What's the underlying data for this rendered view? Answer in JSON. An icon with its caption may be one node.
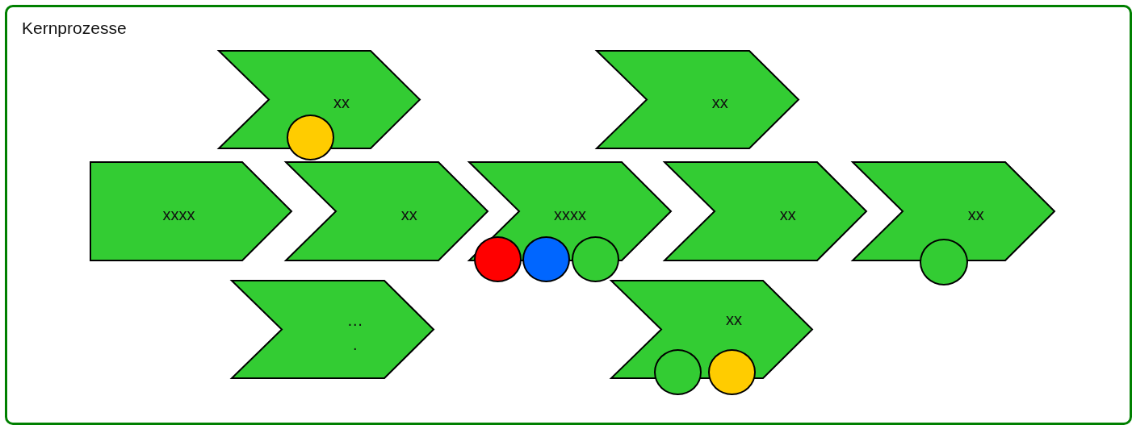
{
  "diagram": {
    "nodes": [
      {
        "text": [
          "Kernprozesse"
        ]
      },
      {
        "text": [
          "xx"
        ],
        "in": 0
      },
      {
        "text": [
          "xx"
        ],
        "in": 0
      },
      {
        "text": [
          "xxxx"
        ],
        "in": 0
      },
      {
        "text": [
          "xx"
        ],
        "in": 0
      },
      {
        "text": [
          "xxxx"
        ],
        "in": 0
      },
      {
        "text": [
          "xx"
        ],
        "in": 0
      },
      {
        "text": [
          "xx"
        ],
        "in": 0
      },
      {
        "text": [
          "… ."
        ],
        "in": 0
      },
      {
        "text": [
          "xx"
        ],
        "in": 0
      },
      {
        "text": [],
        "shape": "circle",
        "in": 0
      },
      {
        "text": [],
        "shape": "circle",
        "in": 0
      },
      {
        "text": [],
        "shape": "circle",
        "in": 0
      },
      {
        "text": [],
        "shape": "circle",
        "in": 0
      },
      {
        "text": [],
        "shape": "circle",
        "in": 0
      },
      {
        "text": [],
        "shape": "circle",
        "in": 0
      },
      {
        "text": [],
        "shape": "circle",
        "in": 0
      }
    ]
  }
}
